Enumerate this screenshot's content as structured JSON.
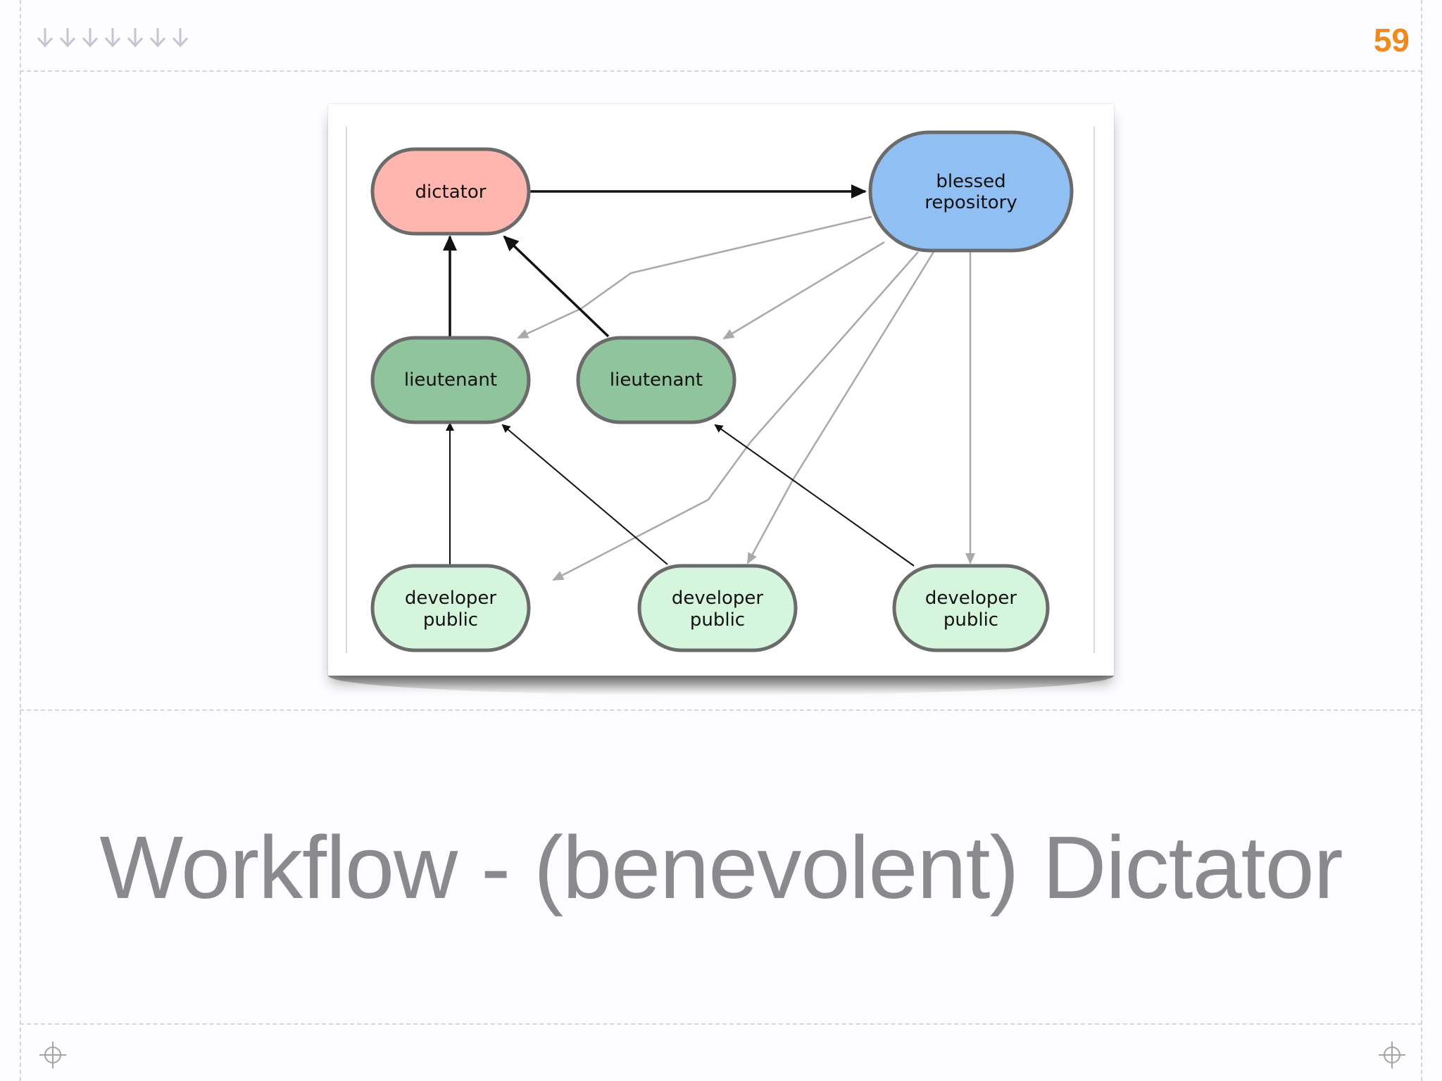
{
  "slide": {
    "page_number": "59",
    "title": "Workflow - (benevolent) Dictator"
  },
  "nav": {
    "arrow_count": 7,
    "arrow_icon": "down-arrow-icon"
  },
  "diagram": {
    "nodes": {
      "dictator": {
        "label": "dictator",
        "color": "#ffb6ae"
      },
      "blessed": {
        "lines": [
          "blessed",
          "repository"
        ],
        "color": "#90bff3"
      },
      "lieutenant_1": {
        "label": "lieutenant",
        "color": "#8fc49d"
      },
      "lieutenant_2": {
        "label": "lieutenant",
        "color": "#8fc49d"
      },
      "developer_1": {
        "lines": [
          "developer",
          "public"
        ],
        "color": "#d5f5dc"
      },
      "developer_2": {
        "lines": [
          "developer",
          "public"
        ],
        "color": "#d5f5dc"
      },
      "developer_3": {
        "lines": [
          "developer",
          "public"
        ],
        "color": "#d5f5dc"
      }
    }
  },
  "colors": {
    "accent": "#ee8a1e",
    "title_text": "#8a898b",
    "node_border": "#6b6b6b",
    "push_arrow": "#111111",
    "pull_arrow": "#a9a9a9"
  }
}
